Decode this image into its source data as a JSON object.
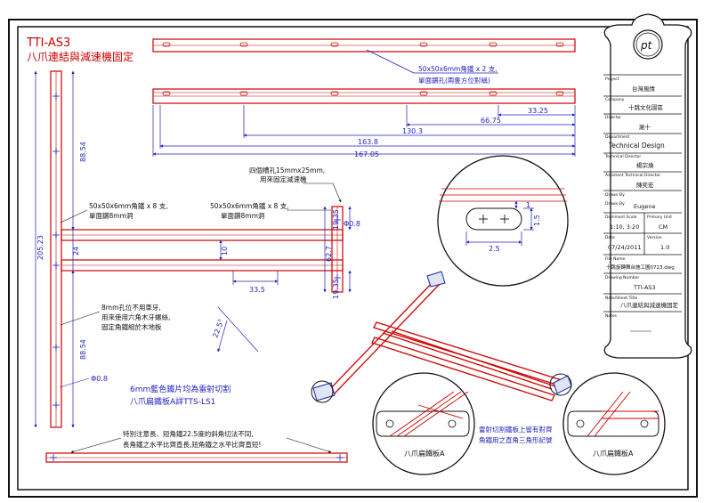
{
  "title": {
    "code": "TTI-AS3",
    "subtitle": "八爪連結與減速機固定"
  },
  "top_view": {
    "note_line1": "50x50x6mm角鐵 x 2 支,",
    "note_line2": "單面鑽孔(兩隻方位對稱)",
    "dims": [
      "33.25",
      "66.75",
      "130.3",
      "163.8",
      "167.05"
    ]
  },
  "hole_note": {
    "line1": "四個槽孔15mmx25mm,",
    "line2": "用來固定減速機"
  },
  "left_frame": {
    "note_a_line1": "50x50x6mm角鐵 x 8 支,",
    "note_a_line2": "單面鑽8mm洞",
    "note_b_line1": "50x50x6mm角鐵 x 8 支,",
    "note_b_line2": "單面鑽8mm洞",
    "dim_total": "205.23",
    "dim_top": "88.54",
    "dim_bottom": "88.54",
    "dim_mid": "24",
    "dim_inner": "10",
    "dim_33": "33.5",
    "dim_627": "62.7",
    "dim_1935a": "19.35",
    "dim_1935b": "19.35",
    "dim_phi_a": "Φ0.8",
    "dim_phi_b": "Φ0.8",
    "angle": "22.5°",
    "bolt_note_line1": "8mm孔位不用車牙,",
    "bolt_note_line2": "用來使用六角木牙螺絲,",
    "bolt_note_line3": "固定角鐵組於木地板"
  },
  "slot_detail": {
    "dim_w": "2.5",
    "dim_h": "1.5",
    "dim_s": "1"
  },
  "plate_note": {
    "line1": "6mm藍色鐵片均為雷射切割",
    "line2": "八爪扁鐵板A詳TTS-LS1"
  },
  "bottom_note": {
    "line1": "特別注意長、短角鐵22.5度的斜角切法不同,",
    "line2": "長角鐵之水平比齊直長,短角鐵之水平比齊直短!"
  },
  "details": {
    "label_a": "八爪扁鐵板A",
    "label_b": "八爪扁鐵板A",
    "laser_note_line1": "雷射切割鐵板上留有對齊",
    "laser_note_line2": "角鐵用之直角三角形記號"
  },
  "title_block": {
    "logo": "pt",
    "project_label": "Project",
    "project": "台灣風情",
    "company_label": "Company",
    "company": "十跳文化園區",
    "director_label": "Director",
    "director": "謝十",
    "department_label": "Department",
    "department": "Technical Design",
    "tech_director_label": "Technical Director",
    "tech_director": "楊宗煥",
    "assistant_label": "Assistant  Technical  Director",
    "assistant": "陳奕宏",
    "drawn_label": "Drawn By",
    "drawn": "Eugene",
    "drawn_label2": "Drawn By",
    "scale_label": "Dominant  Scale",
    "scale": "1:10, 3:20",
    "unit_label": "Primary  Unit",
    "unit": "CM",
    "date_label": "Date",
    "date": "07/24/2011",
    "version_label": "Version",
    "version": "1.0",
    "file_label": "File  Name",
    "file": "十跳旋轉舞台施工圖0723.dwg",
    "drawing_label": "Drawing  Number",
    "drawing": "TTI-AS3",
    "sheet_label": "Note/Sheet  Title",
    "sheet": "八爪連結與減速機固定",
    "notes_label": "Notes"
  }
}
